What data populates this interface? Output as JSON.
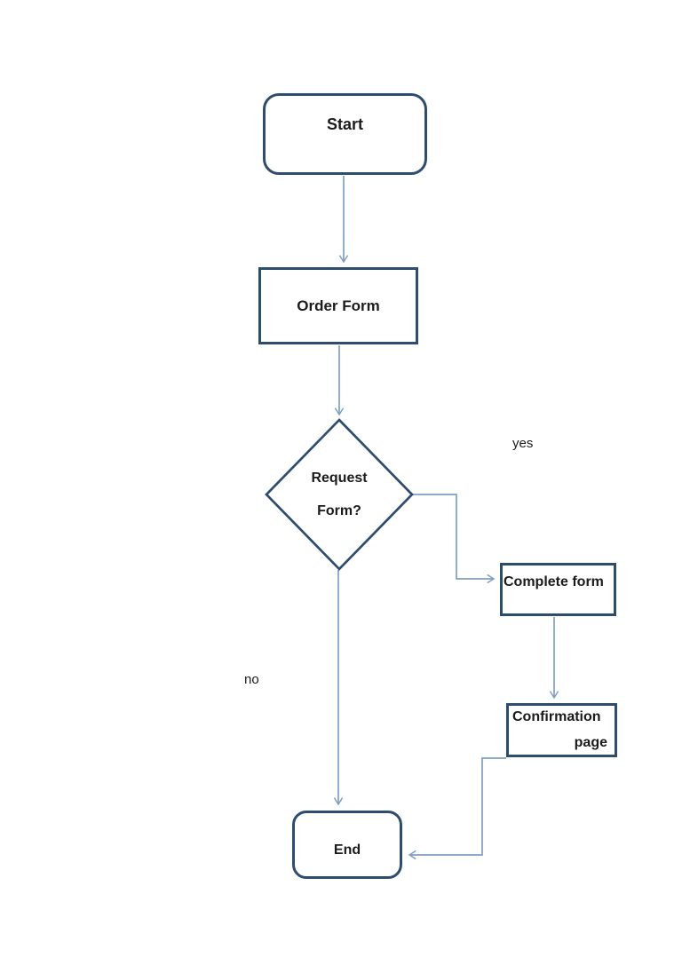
{
  "diagram": {
    "nodes": {
      "start": {
        "label": "Start"
      },
      "order_form": {
        "label": "Order Form"
      },
      "request_form": {
        "line1": "Request",
        "line2": "Form?"
      },
      "complete_form": {
        "label": "Complete form"
      },
      "confirmation_page": {
        "line1": "Confirmation",
        "line2": "page"
      },
      "end": {
        "label": "End"
      }
    },
    "edge_labels": {
      "yes": "yes",
      "no": "no"
    },
    "colors": {
      "node_border": "#2e4d6e",
      "connector": "#7e9fc1",
      "text": "#1b1b1b",
      "background": "#ffffff"
    }
  }
}
